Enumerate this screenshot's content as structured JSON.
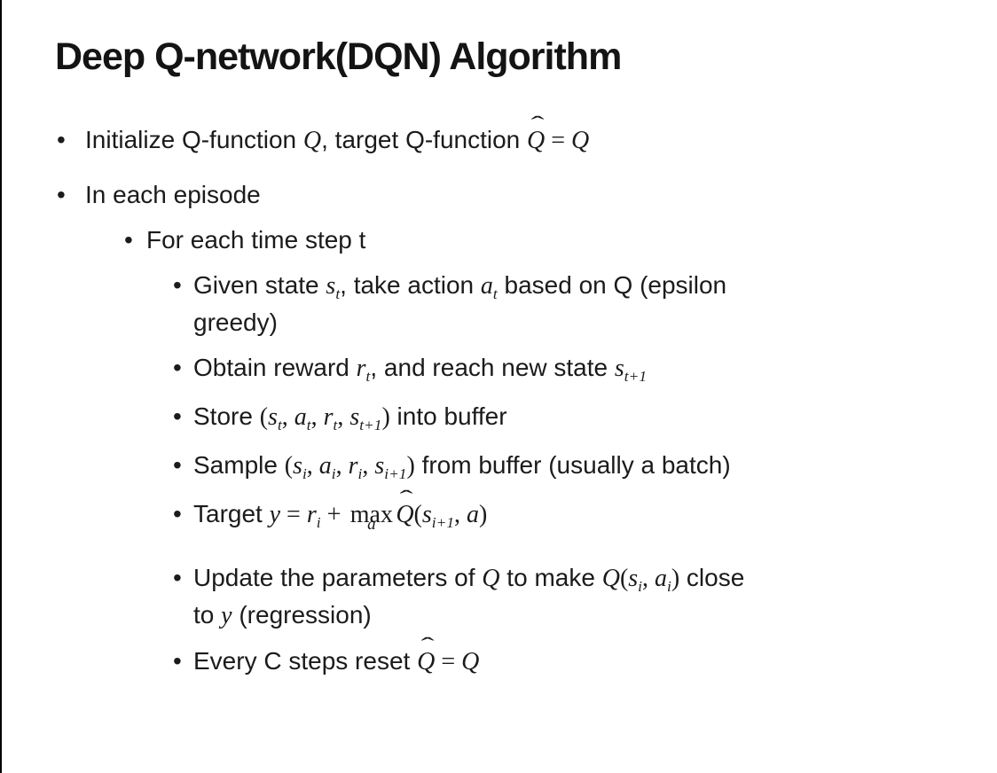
{
  "colors": {
    "text": "#1b1b1b",
    "background": "#ffffff",
    "border": "#000000"
  },
  "slide": {
    "title": "Deep Q-network(DQN) Algorithm",
    "bullet_glyph": "•",
    "bullets": [
      {
        "level": 1,
        "segments": [
          {
            "t": "t",
            "v": "Initialize Q-function "
          },
          {
            "t": "v",
            "v": "Q"
          },
          {
            "t": "t",
            "v": ", target Q-function "
          },
          {
            "t": "hq",
            "v": "Q",
            "hat": "ˆ"
          },
          {
            "t": "m",
            "v": " = "
          },
          {
            "t": "v",
            "v": "Q"
          }
        ]
      },
      {
        "level": 1,
        "segments": [
          {
            "t": "t",
            "v": "In each episode"
          }
        ]
      },
      {
        "level": 2,
        "segments": [
          {
            "t": "t",
            "v": "For each time step t"
          }
        ]
      },
      {
        "level": 3,
        "segments": [
          {
            "t": "t",
            "v": "Given state "
          },
          {
            "t": "v",
            "v": "s"
          },
          {
            "t": "s",
            "v": "t"
          },
          {
            "t": "t",
            "v": ", take action "
          },
          {
            "t": "v",
            "v": "a"
          },
          {
            "t": "s",
            "v": "t"
          },
          {
            "t": "t",
            "v": " based on Q (epsilon"
          },
          {
            "t": "br"
          },
          {
            "t": "t",
            "v": "greedy)"
          }
        ]
      },
      {
        "level": 3,
        "segments": [
          {
            "t": "t",
            "v": "Obtain reward "
          },
          {
            "t": "v",
            "v": "r"
          },
          {
            "t": "s",
            "v": "t"
          },
          {
            "t": "t",
            "v": ", and reach new state "
          },
          {
            "t": "v",
            "v": "s"
          },
          {
            "t": "s",
            "v": "t+1"
          }
        ]
      },
      {
        "level": 3,
        "segments": [
          {
            "t": "t",
            "v": "Store "
          },
          {
            "t": "m",
            "v": "("
          },
          {
            "t": "v",
            "v": "s"
          },
          {
            "t": "s",
            "v": "t"
          },
          {
            "t": "m",
            "v": ", "
          },
          {
            "t": "v",
            "v": "a"
          },
          {
            "t": "s",
            "v": "t"
          },
          {
            "t": "m",
            "v": ", "
          },
          {
            "t": "v",
            "v": "r"
          },
          {
            "t": "s",
            "v": "t"
          },
          {
            "t": "m",
            "v": ", "
          },
          {
            "t": "v",
            "v": "s"
          },
          {
            "t": "s",
            "v": "t+1"
          },
          {
            "t": "m",
            "v": ")"
          },
          {
            "t": "t",
            "v": " into buffer"
          }
        ]
      },
      {
        "level": 3,
        "segments": [
          {
            "t": "t",
            "v": "Sample "
          },
          {
            "t": "m",
            "v": "("
          },
          {
            "t": "v",
            "v": "s"
          },
          {
            "t": "s",
            "v": "i"
          },
          {
            "t": "m",
            "v": ", "
          },
          {
            "t": "v",
            "v": "a"
          },
          {
            "t": "s",
            "v": "i"
          },
          {
            "t": "m",
            "v": ", "
          },
          {
            "t": "v",
            "v": "r"
          },
          {
            "t": "s",
            "v": "i"
          },
          {
            "t": "m",
            "v": ", "
          },
          {
            "t": "v",
            "v": "s"
          },
          {
            "t": "s",
            "v": "i+1"
          },
          {
            "t": "m",
            "v": ")"
          },
          {
            "t": "t",
            "v": " from buffer (usually a batch)"
          }
        ]
      },
      {
        "level": 3,
        "segments": [
          {
            "t": "t",
            "v": "Target "
          },
          {
            "t": "v",
            "v": "y"
          },
          {
            "t": "m",
            "v": " = "
          },
          {
            "t": "v",
            "v": "r"
          },
          {
            "t": "s",
            "v": "i"
          },
          {
            "t": "m",
            "v": " + "
          },
          {
            "t": "mx",
            "v": "max",
            "u": "a"
          },
          {
            "t": "hq",
            "v": "Q",
            "hat": "ˆ"
          },
          {
            "t": "m",
            "v": "("
          },
          {
            "t": "v",
            "v": "s"
          },
          {
            "t": "s",
            "v": "i+1"
          },
          {
            "t": "m",
            "v": ", "
          },
          {
            "t": "v",
            "v": "a"
          },
          {
            "t": "m",
            "v": ")"
          }
        ]
      },
      {
        "level": 3,
        "segments": [
          {
            "t": "t",
            "v": "Update the parameters of "
          },
          {
            "t": "v",
            "v": "Q"
          },
          {
            "t": "t",
            "v": " to make "
          },
          {
            "t": "v",
            "v": "Q"
          },
          {
            "t": "m",
            "v": "("
          },
          {
            "t": "v",
            "v": "s"
          },
          {
            "t": "s",
            "v": "i"
          },
          {
            "t": "m",
            "v": ", "
          },
          {
            "t": "v",
            "v": "a"
          },
          {
            "t": "s",
            "v": "i"
          },
          {
            "t": "m",
            "v": ")"
          },
          {
            "t": "t",
            "v": " close"
          },
          {
            "t": "br"
          },
          {
            "t": "t",
            "v": "to "
          },
          {
            "t": "v",
            "v": "y"
          },
          {
            "t": "t",
            "v": " (regression)"
          }
        ]
      },
      {
        "level": 3,
        "segments": [
          {
            "t": "t",
            "v": "Every C steps reset "
          },
          {
            "t": "hq",
            "v": "Q",
            "hat": "ˆ"
          },
          {
            "t": "m",
            "v": " = "
          },
          {
            "t": "v",
            "v": "Q"
          }
        ]
      }
    ]
  }
}
